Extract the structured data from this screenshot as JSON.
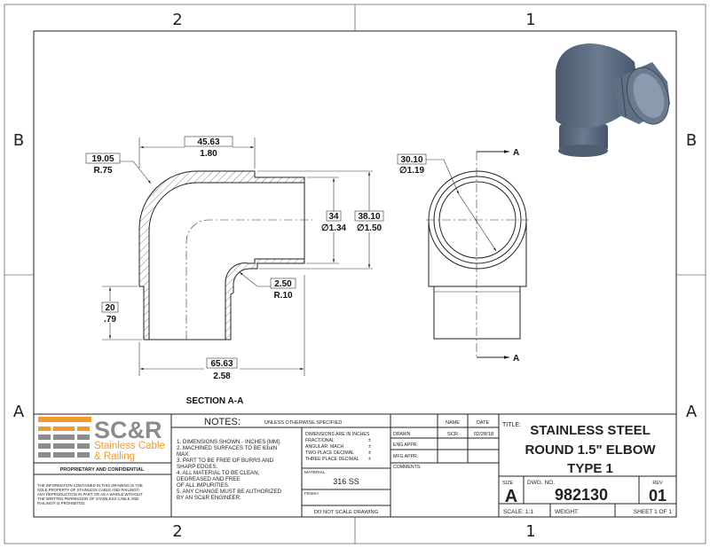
{
  "zones": {
    "top": [
      "2",
      "1"
    ],
    "bottom": [
      "2",
      "1"
    ],
    "left": [
      "B",
      "A"
    ],
    "right": [
      "B",
      "A"
    ]
  },
  "section_view": {
    "label": "SECTION A-A",
    "dims": {
      "top_width": {
        "mm": "45.63",
        "in": "1.80"
      },
      "outer_radius": {
        "mm": "19.05",
        "in": "R.75"
      },
      "inner_dia": {
        "mm": "34",
        "in": "∅1.34"
      },
      "outer_dia": {
        "mm": "38.10",
        "in": "∅1.50"
      },
      "inner_radius": {
        "mm": "2.50",
        "in": "R.10"
      },
      "socket_len": {
        "mm": "20",
        "in": ".79"
      },
      "overall_width": {
        "mm": "65.63",
        "in": "2.58"
      }
    }
  },
  "front_view": {
    "section_marker": "A",
    "dims": {
      "bore_dia": {
        "mm": "30.10",
        "in": "∅1.19"
      }
    }
  },
  "colors": {
    "logo_orange": "#f39a2b",
    "logo_gray": "#8c8c8c",
    "part_blue": "#5b6b7f"
  },
  "logo": {
    "mark": "SC&R",
    "line1": "Stainless Cable",
    "line2": "& Railing"
  },
  "proprietary": {
    "heading": "PROPRIETARY AND CONFIDENTIAL",
    "lines": [
      "THE INFORMATION CONTAINED IN THIS DRAWING IS THE",
      "SOLE PROPERTY OF STAINLESS CABLE AND RAILING®.",
      "ANY REPRODUCTION IN PART OR AS A WHOLE WITHOUT",
      "THE WRITTEN PERMISSION OF STAINLESS CABLE AND",
      "RAILING® IS PROHIBITED."
    ]
  },
  "notes": {
    "heading": "NOTES:",
    "sub": "UNLESS OTHERWISE SPECIFIED",
    "lines": [
      "1. DIMENSIONS SHOWN - INCHES [MM].",
      "2. MACHINED SURFACES TO BE 63uIN",
      "MAX.",
      "3. PART TO BE FREE OF BURRS AND",
      "SHARP EDGES.",
      "4. ALL MATERIAL TO BE CLEAN,",
      "DEGREASED AND FREE",
      "OF ALL IMPURITIES.",
      "5. ANY CHANGE MUST BE AUTHORIZED",
      "BY AN SC&R ENGINEER."
    ]
  },
  "tolerances": {
    "lines": [
      "DIMENSIONS ARE IN INCHES",
      "FRACTIONAL",
      "ANGULAR: MACH",
      "TWO PLACE DECIMAL",
      "THREE PLACE DECIMAL"
    ],
    "pm": "±"
  },
  "material": {
    "label": "MATERIAL",
    "value": "316 SS"
  },
  "finish": {
    "label": "FINISH",
    "value": ""
  },
  "do_not_scale": "DO NOT SCALE DRAWING",
  "approvals": {
    "name_header": "NAME",
    "date_header": "DATE",
    "rows": [
      {
        "label": "DRAWN",
        "name": "SCR",
        "date": "02/28/18"
      },
      {
        "label": "ENG APPR.",
        "name": "",
        "date": ""
      },
      {
        "label": "MFG APPR.",
        "name": "",
        "date": ""
      }
    ],
    "comments_label": "COMMENTS:"
  },
  "title": {
    "label": "TITLE:",
    "lines": [
      "STAINLESS STEEL",
      "ROUND 1.5\" ELBOW",
      "TYPE 1"
    ]
  },
  "size": {
    "label": "SIZE",
    "value": "A"
  },
  "dwg_no": {
    "label": "DWG.  NO.",
    "value": "982130"
  },
  "rev": {
    "label": "REV",
    "value": "01"
  },
  "scale": "SCALE: 1:1",
  "weight": "WEIGHT:",
  "sheet": "SHEET 1 OF 1"
}
